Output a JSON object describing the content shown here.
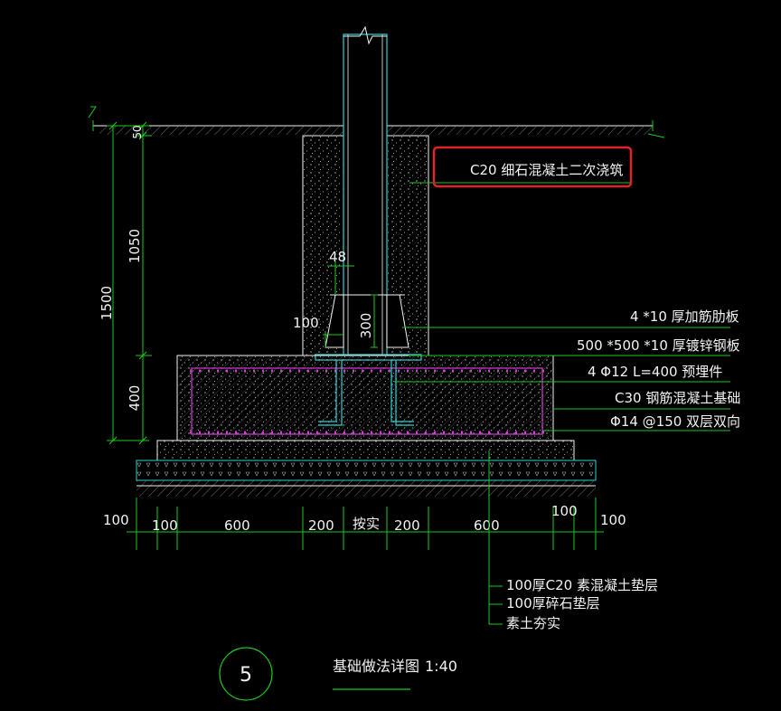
{
  "drawing": {
    "title": "基础做法详图",
    "scale": "1:40",
    "detail_number": "5",
    "colors": {
      "background": "#000000",
      "line_green": "#1ec81e",
      "line_cyan": "#29d3d3",
      "line_white": "#f2f2f2",
      "rebar_magenta": "#d23cd2",
      "highlight_red": "#e0222a"
    }
  },
  "labels": {
    "grout": "C20 细石混凝土二次浇筑",
    "stiffener": "4 *10 厚加筋肋板",
    "plate": "500 *500 *10 厚镀锌钢板",
    "anchor": "4 Φ12  L=400  预埋件",
    "footing": "C30 钢筋混凝土基础",
    "rebar": "Φ14 @150 双层双向",
    "cushion": "100厚C20 素混凝土垫层",
    "gravel": "100厚碎石垫层",
    "soil": "素土夯实"
  },
  "dimensions": {
    "left": {
      "total": "1500",
      "upper": "1050",
      "lower": "400",
      "top": "50"
    },
    "inner": {
      "d48": "48",
      "d100": "100",
      "d300": "300"
    },
    "bottom": [
      "100",
      "100",
      "600",
      "200",
      "按实",
      "200",
      "600",
      "100",
      "100"
    ]
  }
}
